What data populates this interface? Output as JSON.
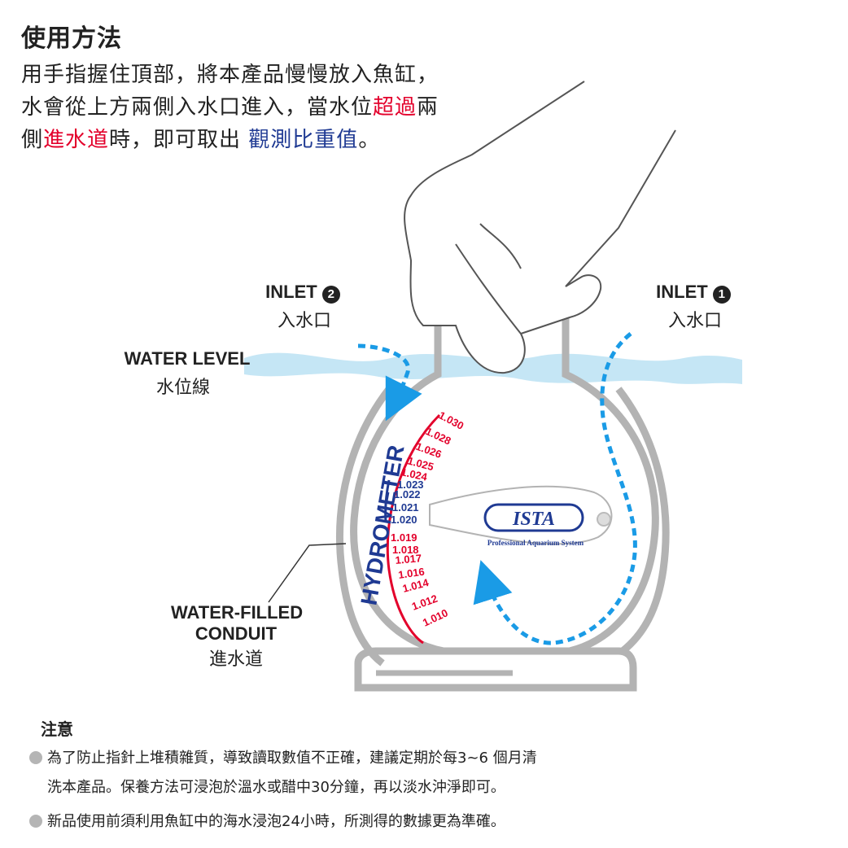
{
  "title": "使用方法",
  "intro": {
    "line1": "用手指握住頂部，將本產品慢慢放入魚缸，",
    "line2_a": "水會從上方兩側入水口進入，當水位",
    "line2_red": "超過",
    "line2_b": "兩",
    "line3_a": "側",
    "line3_red": "進水道",
    "line3_b": "時，即可取出 ",
    "line3_blue": "觀測比重值",
    "line3_c": "。"
  },
  "labels": {
    "inlet2_en": "INLET",
    "inlet2_num": "2",
    "inlet2_zh": "入水口",
    "inlet1_en": "INLET",
    "inlet1_num": "1",
    "inlet1_zh": "入水口",
    "water_level_en": "WATER LEVEL",
    "water_level_zh": "水位線",
    "conduit_en_1": "WATER-FILLED",
    "conduit_en_2": "CONDUIT",
    "conduit_zh": "進水道",
    "hydrometer": "HYDROMETER",
    "brand": "ISTA",
    "brand_sub": "Professional Aquarium System"
  },
  "scale": {
    "red_upper": [
      "1.030",
      "1.028",
      "1.026",
      "1.025",
      "1.024"
    ],
    "blue": [
      "1.023",
      "1.022",
      "1.021",
      "1.020"
    ],
    "red_lower": [
      "1.019",
      "1.018",
      "1.017",
      "1.016",
      "1.014",
      "1.012",
      "1.010"
    ]
  },
  "notes": {
    "title": "注意",
    "item1_line1": "為了防止指針上堆積雜質，導致讀取數值不正確，建議定期於每3~6 個月清",
    "item1_line2": "洗本產品。保養方法可浸泡於溫水或醋中30分鐘，再以淡水沖淨即可。",
    "item2": "新品使用前須利用魚缸中的海水浸泡24小時，所測得的數據更為準確。"
  },
  "colors": {
    "red": "#e3002b",
    "blue_text": "#1f3a93",
    "arrow_blue": "#1a9be6",
    "water": "#bfe3f4",
    "outline_gray": "#b3b3b3"
  }
}
